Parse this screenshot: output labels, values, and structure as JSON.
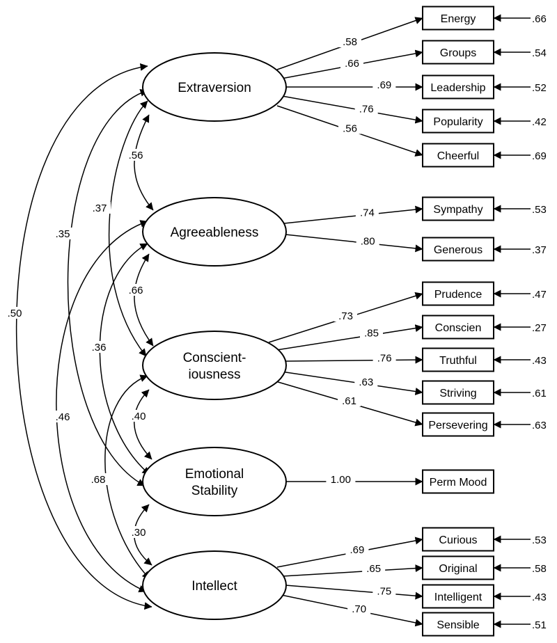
{
  "factors": [
    {
      "id": "E",
      "lines": [
        "Extraversion"
      ]
    },
    {
      "id": "A",
      "lines": [
        "Agreeableness"
      ]
    },
    {
      "id": "C",
      "lines": [
        "Conscient-",
        "iousness"
      ]
    },
    {
      "id": "S",
      "lines": [
        "Emotional",
        "Stability"
      ]
    },
    {
      "id": "I",
      "lines": [
        "Intellect"
      ]
    }
  ],
  "indicators": [
    {
      "factor": "E",
      "label": "Energy",
      "loading": ".58",
      "error": ".66"
    },
    {
      "factor": "E",
      "label": "Groups",
      "loading": ".66",
      "error": ".54"
    },
    {
      "factor": "E",
      "label": "Leadership",
      "loading": ".69",
      "error": ".52"
    },
    {
      "factor": "E",
      "label": "Popularity",
      "loading": ".76",
      "error": ".42"
    },
    {
      "factor": "E",
      "label": "Cheerful",
      "loading": ".56",
      "error": ".69"
    },
    {
      "factor": "A",
      "label": "Sympathy",
      "loading": ".74",
      "error": ".53"
    },
    {
      "factor": "A",
      "label": "Generous",
      "loading": ".80",
      "error": ".37"
    },
    {
      "factor": "C",
      "label": "Prudence",
      "loading": ".73",
      "error": ".47"
    },
    {
      "factor": "C",
      "label": "Conscien",
      "loading": ".85",
      "error": ".27"
    },
    {
      "factor": "C",
      "label": "Truthful",
      "loading": ".76",
      "error": ".43"
    },
    {
      "factor": "C",
      "label": "Striving",
      "loading": ".63",
      "error": ".61"
    },
    {
      "factor": "C",
      "label": "Persevering",
      "loading": ".61",
      "error": ".63"
    },
    {
      "factor": "S",
      "label": "Perm Mood",
      "loading": "1.00",
      "error": ""
    },
    {
      "factor": "I",
      "label": "Curious",
      "loading": ".69",
      "error": ".53"
    },
    {
      "factor": "I",
      "label": "Original",
      "loading": ".65",
      "error": ".58"
    },
    {
      "factor": "I",
      "label": "Intelligent",
      "loading": ".75",
      "error": ".43"
    },
    {
      "factor": "I",
      "label": "Sensible",
      "loading": ".70",
      "error": ".51"
    }
  ],
  "correlations": [
    {
      "from": "E",
      "to": "A",
      "value": ".56"
    },
    {
      "from": "A",
      "to": "C",
      "value": ".66"
    },
    {
      "from": "C",
      "to": "S",
      "value": ".40"
    },
    {
      "from": "S",
      "to": "I",
      "value": ".30"
    },
    {
      "from": "E",
      "to": "C",
      "value": ".37"
    },
    {
      "from": "A",
      "to": "S",
      "value": ".36"
    },
    {
      "from": "C",
      "to": "I",
      "value": ".68"
    },
    {
      "from": "E",
      "to": "S",
      "value": ".35"
    },
    {
      "from": "A",
      "to": "I",
      "value": ".46"
    },
    {
      "from": "E",
      "to": "I",
      "value": ".50"
    }
  ]
}
